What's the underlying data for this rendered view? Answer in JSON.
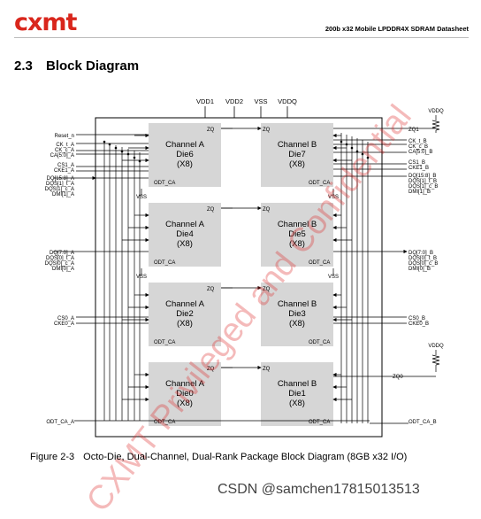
{
  "header": {
    "logo": "cxmt",
    "doc_title": "200b x32 Mobile LPDDR4X SDRAM Datasheet",
    "brand_color": "#d9261c"
  },
  "section": {
    "number": "2.3",
    "title": "Block Diagram"
  },
  "diagram": {
    "supply_top": [
      "VDD1",
      "VDD2",
      "VSS",
      "VDDQ"
    ],
    "left_pins": {
      "reset": "Reset_n",
      "ctrl_a": [
        "CK_t_A",
        "CK_c_A",
        "CA[5:0]_A"
      ],
      "cs1_a": [
        "CS1_A",
        "CKE1_A"
      ],
      "dq_upper_a": [
        "DQ[15:8]_A",
        "DQS[1]_t_A",
        "DQS[1]_c_A",
        "DMI[1]_A"
      ],
      "dq_lower_a": [
        "DQ[7:0]_A",
        "DQS[0]_t_A",
        "DQS[0]_c_A",
        "DMI[0]_A"
      ],
      "cs0_a": [
        "CS0_A",
        "CKE0_A"
      ],
      "odt_a": "ODT_CA_A"
    },
    "right_pins": {
      "zq1": "ZQ1",
      "ctrl_b": [
        "CK_t_B",
        "CK_c_B",
        "CA[5:0]_B"
      ],
      "cs1_b": [
        "CS1_B",
        "CKE1_B"
      ],
      "dq_upper_b": [
        "DQ[15:8]_B",
        "DQS[1]_t_B",
        "DQS[1]_c_B",
        "DMI[1]_B"
      ],
      "dq_lower_b": [
        "DQ[7:0]_B",
        "DQS[0]_t_B",
        "DQS[0]_c_B",
        "DMI[0]_B"
      ],
      "cs0_b": [
        "CS0_B",
        "CKE0_B"
      ],
      "zq0": "ZQ0",
      "odt_b": "ODT_CA_B",
      "vddq": "VDDQ"
    },
    "dies": [
      {
        "channel": "Channel A",
        "die": "Die6",
        "width": "(X8)"
      },
      {
        "channel": "Channel B",
        "die": "Die7",
        "width": "(X8)"
      },
      {
        "channel": "Channel A",
        "die": "Die4",
        "width": "(X8)"
      },
      {
        "channel": "Channel B",
        "die": "Die5",
        "width": "(X8)"
      },
      {
        "channel": "Channel A",
        "die": "Die2",
        "width": "(X8)"
      },
      {
        "channel": "Channel B",
        "die": "Die3",
        "width": "(X8)"
      },
      {
        "channel": "Channel A",
        "die": "Die0",
        "width": "(X8)"
      },
      {
        "channel": "Channel B",
        "die": "Die1",
        "width": "(X8)"
      }
    ],
    "die_zq": "ZQ",
    "die_odt": "ODT_CA",
    "vss": "VSS"
  },
  "caption": {
    "figure": "Figure 2-3",
    "text": "Octo-Die, Dual-Channel, Dual-Rank Package Block Diagram (8GB x32 I/O)"
  },
  "watermark": "CXMT Privileged and Confidential",
  "credit": "CSDN @samchen17815013513"
}
